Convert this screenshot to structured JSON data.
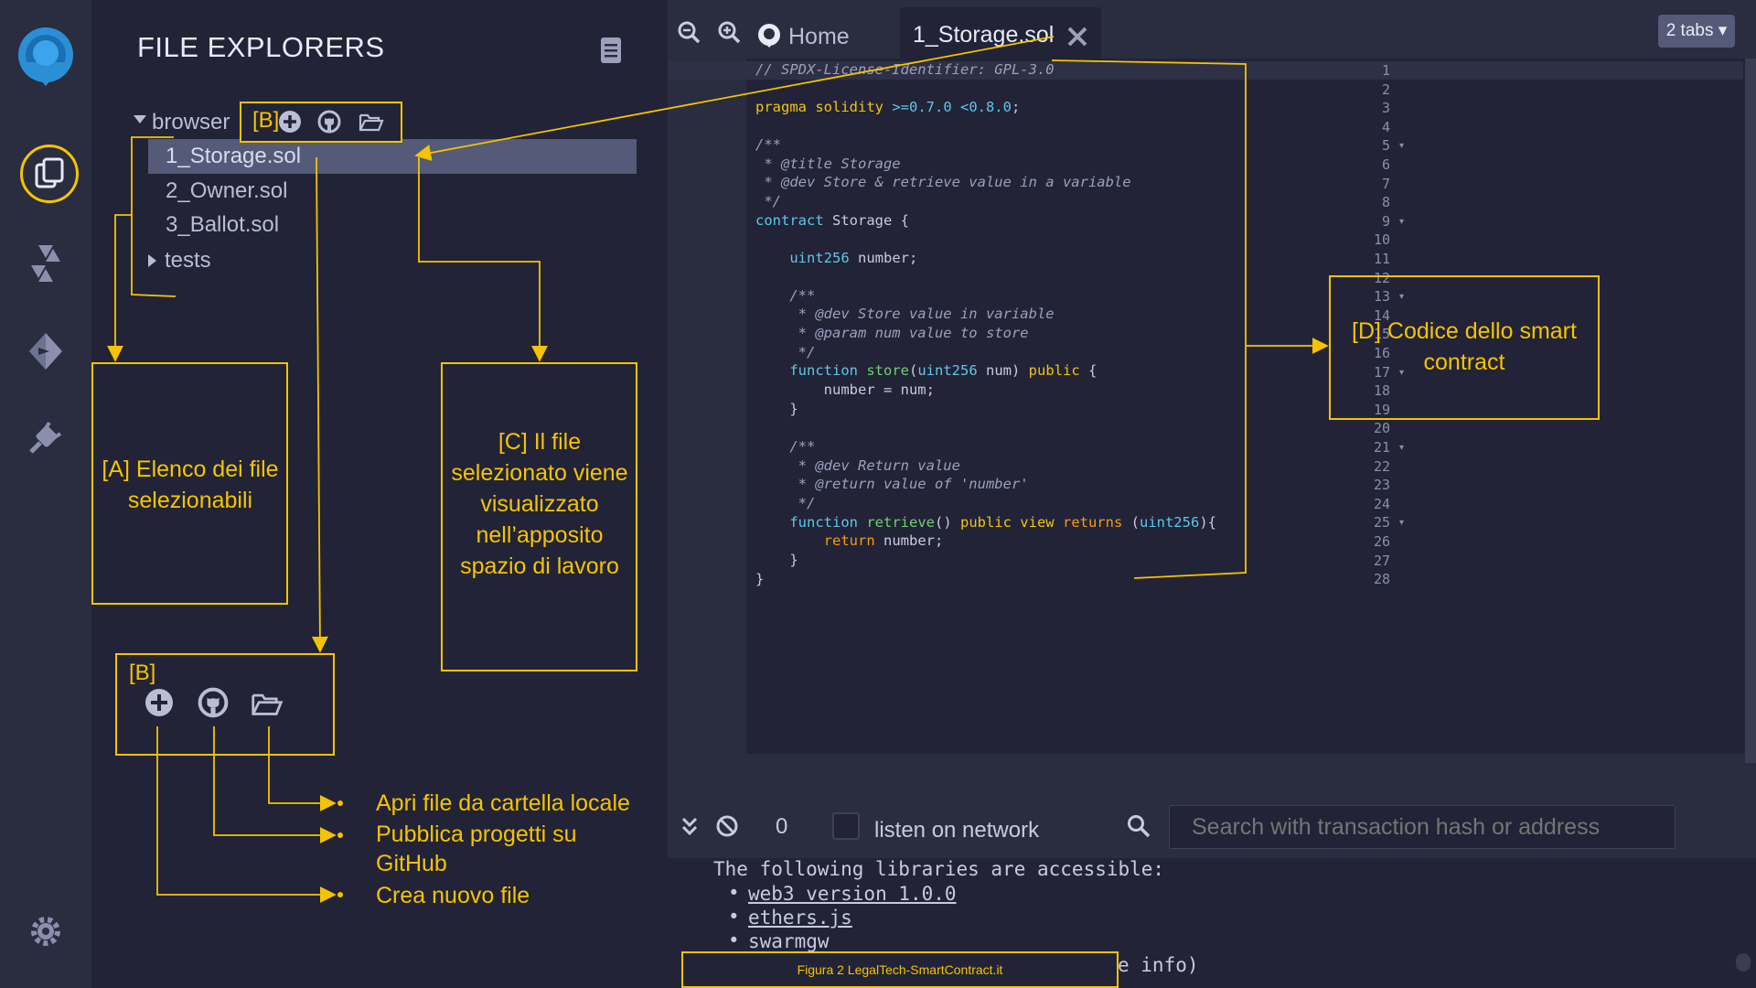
{
  "panel": {
    "title": "FILE EXPLORERS",
    "folder": "browser",
    "files": [
      "1_Storage.sol",
      "2_Owner.sol",
      "3_Ballot.sol"
    ],
    "subfolder": "tests",
    "selected": "1_Storage.sol"
  },
  "editor": {
    "tabs": [
      {
        "label": "Home"
      },
      {
        "label": "1_Storage.sol"
      }
    ],
    "tabs_count": "2 tabs",
    "line_numbers": [
      "1",
      "2",
      "3",
      "4",
      "5",
      "6",
      "7",
      "8",
      "9",
      "10",
      "11",
      "12",
      "13",
      "14",
      "15",
      "16",
      "17",
      "18",
      "19",
      "20",
      "21",
      "22",
      "23",
      "24",
      "25",
      "26",
      "27",
      "28"
    ]
  },
  "terminal": {
    "count": "0",
    "listen_label": "listen on network",
    "search_placeholder": "Search with transaction hash or address",
    "intro": "The following libraries are accessible:",
    "libraries": [
      "web3 version 1.0.0",
      "ethers.js",
      "swarmgw"
    ],
    "trailing": "e info)"
  },
  "annotations": {
    "b_tag": "[B]",
    "a_label": "[A] Elenco dei file selezionabili",
    "c_label": "[C] Il file selezionato viene visualizzato nell’apposito spazio di lavoro",
    "d_label": "[D] Codice dello smart contract",
    "b_box_tag": "[B]",
    "open_local": "Apri file da cartella locale",
    "publish_github": "Pubblica progetti su GitHub",
    "new_file": "Crea nuovo file",
    "caption": "Figura 2 LegalTech-SmartContract.it"
  },
  "colors": {
    "accent": "#f5c400",
    "brand": "#2b8fd6"
  }
}
